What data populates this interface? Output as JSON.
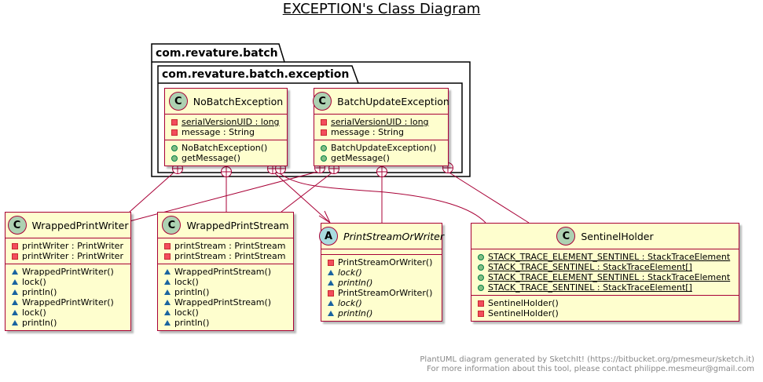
{
  "title": "EXCEPTION's Class Diagram",
  "packages": {
    "outer": "com.revature.batch",
    "inner": "com.revature.batch.exception"
  },
  "classes": {
    "no_batch": {
      "kind": "C",
      "name": "NoBatchException",
      "fields": [
        {
          "vis": "private",
          "text": "serialVersionUID : long",
          "static": true
        },
        {
          "vis": "private",
          "text": "message : String"
        }
      ],
      "methods": [
        {
          "vis": "public",
          "text": "NoBatchException()"
        },
        {
          "vis": "public",
          "text": "getMessage()"
        }
      ]
    },
    "batch_update": {
      "kind": "C",
      "name": "BatchUpdateException",
      "fields": [
        {
          "vis": "private",
          "text": "serialVersionUID : long",
          "static": true
        },
        {
          "vis": "private",
          "text": "message : String"
        }
      ],
      "methods": [
        {
          "vis": "public",
          "text": "BatchUpdateException()"
        },
        {
          "vis": "public",
          "text": "getMessage()"
        }
      ]
    },
    "wrapped_print_writer": {
      "kind": "C",
      "name": "WrappedPrintWriter",
      "fields": [
        {
          "vis": "private",
          "text": "printWriter : PrintWriter"
        },
        {
          "vis": "private",
          "text": "printWriter : PrintWriter"
        }
      ],
      "methods": [
        {
          "vis": "package",
          "text": "WrappedPrintWriter()"
        },
        {
          "vis": "package",
          "text": "lock()"
        },
        {
          "vis": "package",
          "text": "println()"
        },
        {
          "vis": "package",
          "text": "WrappedPrintWriter()"
        },
        {
          "vis": "package",
          "text": "lock()"
        },
        {
          "vis": "package",
          "text": "println()"
        }
      ]
    },
    "wrapped_print_stream": {
      "kind": "C",
      "name": "WrappedPrintStream",
      "fields": [
        {
          "vis": "private",
          "text": "printStream : PrintStream"
        },
        {
          "vis": "private",
          "text": "printStream : PrintStream"
        }
      ],
      "methods": [
        {
          "vis": "package",
          "text": "WrappedPrintStream()"
        },
        {
          "vis": "package",
          "text": "lock()"
        },
        {
          "vis": "package",
          "text": "println()"
        },
        {
          "vis": "package",
          "text": "WrappedPrintStream()"
        },
        {
          "vis": "package",
          "text": "lock()"
        },
        {
          "vis": "package",
          "text": "println()"
        }
      ]
    },
    "print_stream_or_writer": {
      "kind": "A",
      "name": "PrintStreamOrWriter",
      "abstract": true,
      "fields": [],
      "methods": [
        {
          "vis": "private",
          "text": "PrintStreamOrWriter()"
        },
        {
          "vis": "package",
          "text": "lock()",
          "italic": true
        },
        {
          "vis": "package",
          "text": "println()",
          "italic": true
        },
        {
          "vis": "private",
          "text": "PrintStreamOrWriter()"
        },
        {
          "vis": "package",
          "text": "lock()",
          "italic": true
        },
        {
          "vis": "package",
          "text": "println()",
          "italic": true
        }
      ]
    },
    "sentinel_holder": {
      "kind": "C",
      "name": "SentinelHolder",
      "fields": [
        {
          "vis": "public",
          "text": "STACK_TRACE_ELEMENT_SENTINEL : StackTraceElement",
          "static": true
        },
        {
          "vis": "public",
          "text": "STACK_TRACE_SENTINEL : StackTraceElement[]",
          "static": true
        },
        {
          "vis": "public",
          "text": "STACK_TRACE_ELEMENT_SENTINEL : StackTraceElement",
          "static": true
        },
        {
          "vis": "public",
          "text": "STACK_TRACE_SENTINEL : StackTraceElement[]",
          "static": true
        }
      ],
      "methods": [
        {
          "vis": "private",
          "text": "SentinelHolder()"
        },
        {
          "vis": "private",
          "text": "SentinelHolder()"
        }
      ]
    }
  },
  "footer": {
    "line1": "PlantUML diagram generated by SketchIt! (https://bitbucket.org/pmesmeur/sketch.it)",
    "line2": "For more information about this tool, please contact philippe.mesmeur@gmail.com"
  }
}
